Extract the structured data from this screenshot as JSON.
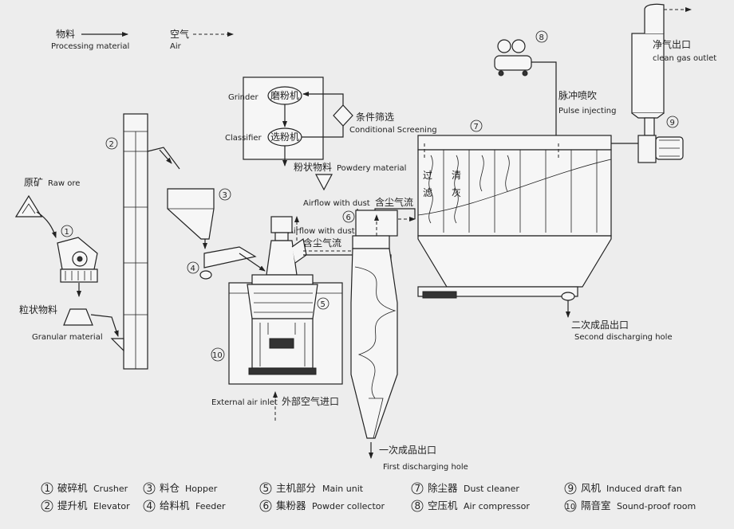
{
  "key": {
    "material_zh": "物料",
    "material_en": "Processing material",
    "air_zh": "空气",
    "air_en": "Air"
  },
  "labels": {
    "raw_ore_zh": "原矿",
    "raw_ore_en": "Raw ore",
    "granular_zh": "粒状物料",
    "granular_en": "Granular material",
    "grinder_en": "Grinder",
    "grinder_zh": "磨粉机",
    "classifier_en": "Classifier",
    "classifier_zh": "选粉机",
    "screening_zh": "条件筛选",
    "screening_en": "Conditional Screening",
    "powdery_zh": "粉状物料",
    "powdery_en": "Powdery material",
    "airflow_dust_en_1": "Airflow with dust",
    "dust_airflow_zh_1": "含尘气流",
    "airflow_dust_en_2": "Airflow with dust",
    "dust_airflow_zh_2": "含尘气流",
    "pulse_zh": "脉冲喷吹",
    "pulse_en": "Pulse injecting",
    "clean_gas_zh": "净气出口",
    "clean_gas_en": "clean gas outlet",
    "filter_zh_1": "过",
    "filter_zh_2": "滤",
    "ash_zh_1": "清",
    "ash_zh_2": "灰",
    "second_hole_zh": "二次成品出口",
    "second_hole_en": "Second discharging hole",
    "external_air_en": "External air inlet",
    "external_air_zh": "外部空气进口",
    "first_hole_zh": "一次成品出口",
    "first_hole_en": "First discharging hole"
  },
  "numbers": {
    "n1": "1",
    "n2": "2",
    "n3": "3",
    "n4": "4",
    "n5": "5",
    "n6": "6",
    "n7": "7",
    "n8": "8",
    "n9": "9",
    "n10": "10"
  },
  "legend": [
    {
      "num": "1",
      "zh": "破碎机",
      "en": "Crusher"
    },
    {
      "num": "2",
      "zh": "提升机",
      "en": "Elevator"
    },
    {
      "num": "3",
      "zh": "料仓",
      "en": "Hopper"
    },
    {
      "num": "4",
      "zh": "给料机",
      "en": "Feeder"
    },
    {
      "num": "5",
      "zh": "主机部分",
      "en": "Main unit"
    },
    {
      "num": "6",
      "zh": "集粉器",
      "en": "Powder collector"
    },
    {
      "num": "7",
      "zh": "除尘器",
      "en": "Dust cleaner"
    },
    {
      "num": "8",
      "zh": "空压机",
      "en": "Air compressor"
    },
    {
      "num": "9",
      "zh": "风机",
      "en": "Induced draft fan"
    },
    {
      "num": "10",
      "zh": "隔音室",
      "en": "Sound-proof room"
    }
  ]
}
